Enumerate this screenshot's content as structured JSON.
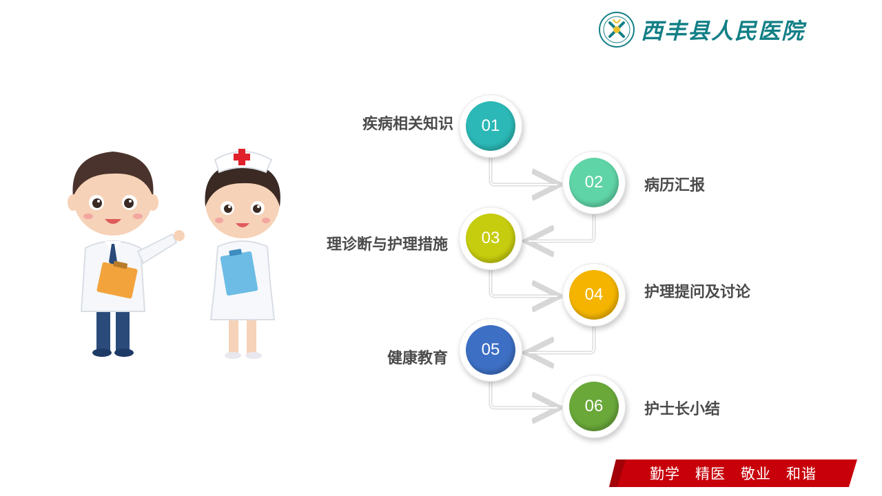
{
  "header": {
    "hospital_name": "西丰县人民医院",
    "emblem_icon": "hospital-emblem-icon"
  },
  "agenda": {
    "items": [
      {
        "number": "01",
        "label": "疾病相关知识",
        "color": "#2bb8b6"
      },
      {
        "number": "02",
        "label": "病历汇报",
        "color": "#5fd4a6"
      },
      {
        "number": "03",
        "label": "理诊断与护理措施",
        "color": "#c6cc0e"
      },
      {
        "number": "04",
        "label": "护理提问及讨论",
        "color": "#f4b400"
      },
      {
        "number": "05",
        "label": "健康教育",
        "color": "#3d6fc4"
      },
      {
        "number": "06",
        "label": "护士长小结",
        "color": "#6aa83a"
      }
    ]
  },
  "illustration": {
    "doctor": "doctor-cartoon-icon",
    "nurse": "nurse-cartoon-icon"
  },
  "footer": {
    "motto": "勤学　精医　敬业　和谐",
    "banner_color": "#c8000a"
  }
}
